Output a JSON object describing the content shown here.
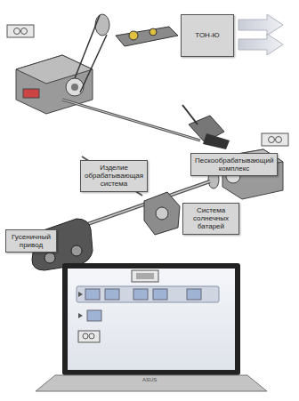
{
  "diagram": {
    "nodes": [
      {
        "text": [
          "ТОН-Ю"
        ]
      },
      {
        "text": [
          "Пескообрабатывающий комплекс"
        ]
      },
      {
        "text": [
          "Изделие обрабатывающая система"
        ]
      },
      {
        "text": [
          "Система солнечных батарей"
        ]
      },
      {
        "text": [
          "Гусеничный привод"
        ]
      }
    ],
    "labels": [
      "ASUS"
    ]
  }
}
